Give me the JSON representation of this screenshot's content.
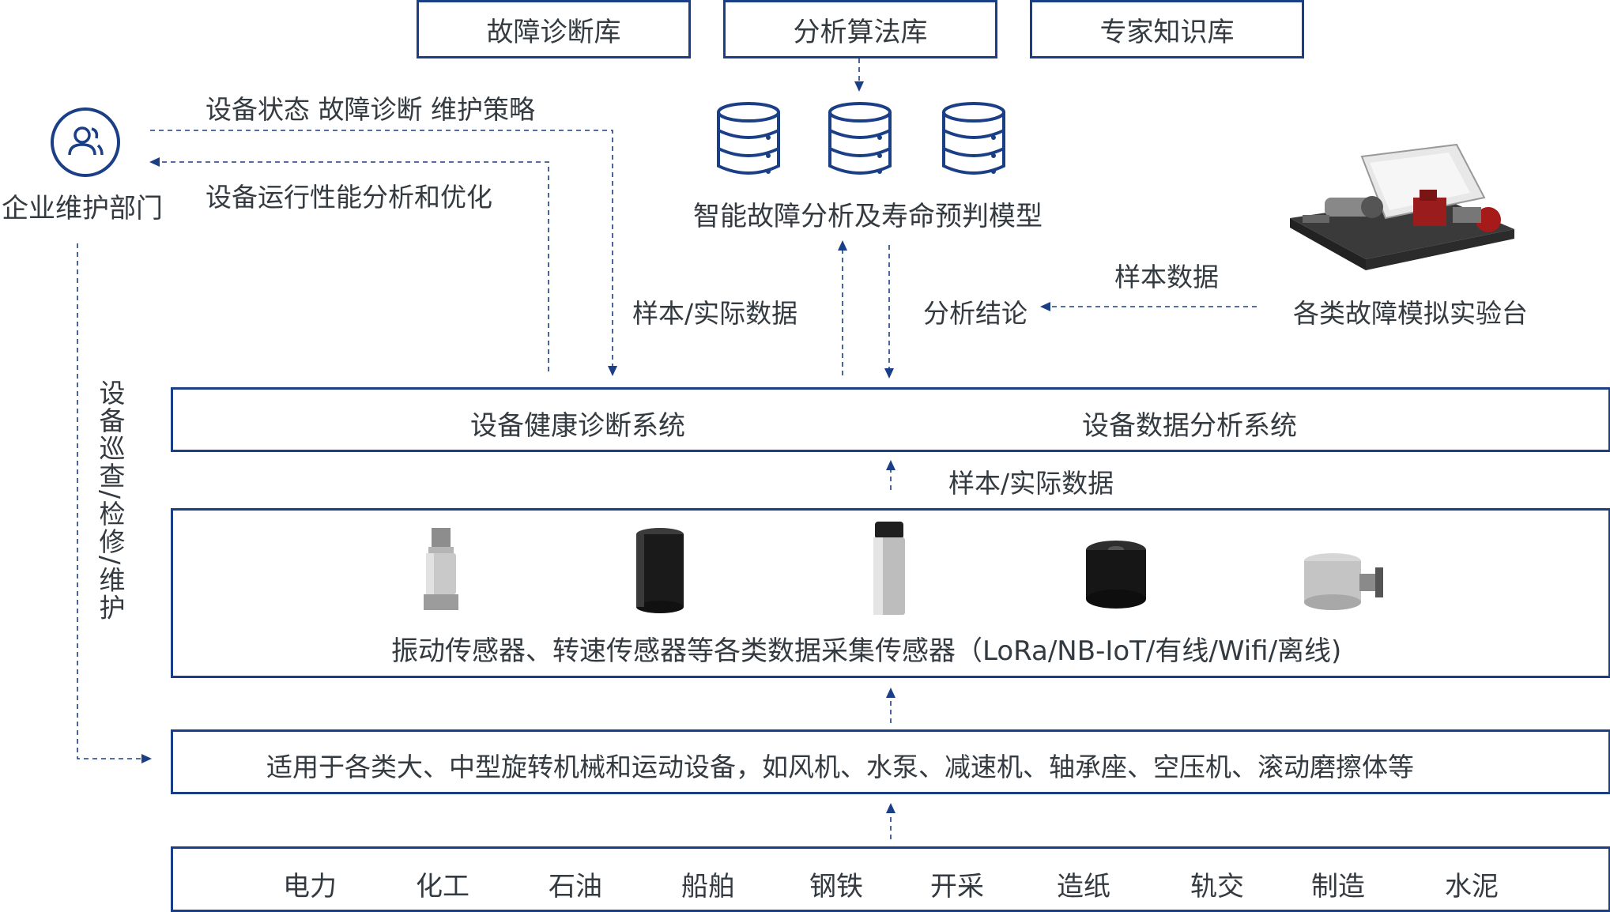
{
  "libraries": [
    "故障诊断库",
    "分析算法库",
    "专家知识库"
  ],
  "user": {
    "label": "企业维护部门",
    "out_label": "设备状态  故障诊断  维护策略",
    "in_label": "设备运行性能分析和优化",
    "side_label": "设备巡查/检修/维护"
  },
  "model_label": "智能故障分析及寿命预判模型",
  "sample_real_data_upper": "样本/实际数据",
  "analysis_conclusion": "分析结论",
  "sample_data": "样本数据",
  "testbench_label": "各类故障模拟实验台",
  "systems": [
    "设备健康诊断系统",
    "设备数据分析系统"
  ],
  "sample_real_data_mid": "样本/实际数据",
  "sensors_label": "振动传感器、转速传感器等各类数据采集传感器（LoRa/NB-IoT/有线/Wifi/离线)",
  "equipment_label": "适用于各类大、中型旋转机械和运动设备，如风机、水泵、减速机、轴承座、空压机、滚动磨擦体等",
  "industries": [
    "电力",
    "化工",
    "石油",
    "船舶",
    "钢铁",
    "开采",
    "造纸",
    "轨交",
    "制造",
    "水泥"
  ],
  "colors": {
    "border": "#1b3f86",
    "text": "#333a40"
  },
  "icons": [
    "user-icon",
    "database-icon",
    "testbench-image",
    "sensor-image"
  ]
}
